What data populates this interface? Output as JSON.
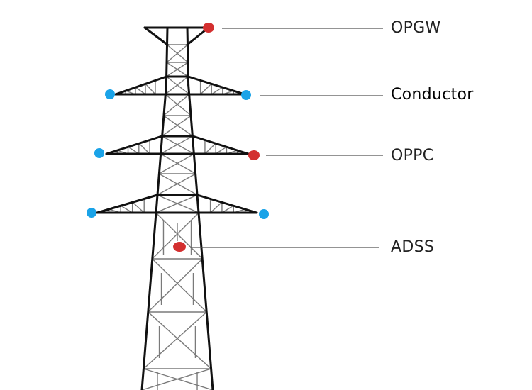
{
  "diagram": {
    "type": "transmission-tower-cable-types",
    "labels": [
      {
        "id": "opgw",
        "text": "OPGW",
        "marker_color": "#d32f2f"
      },
      {
        "id": "conductor",
        "text": "Conductor",
        "marker_color": "#1aa3e8"
      },
      {
        "id": "oppc",
        "text": "OPPC",
        "marker_color": "#d32f2f"
      },
      {
        "id": "adss",
        "text": "ADSS",
        "marker_color": "#d32f2f"
      }
    ],
    "colors": {
      "red_marker": "#d32f2f",
      "blue_marker": "#1aa3e8",
      "frame": "#111111",
      "bracing": "#7a7a7a",
      "leader": "#555555"
    }
  }
}
